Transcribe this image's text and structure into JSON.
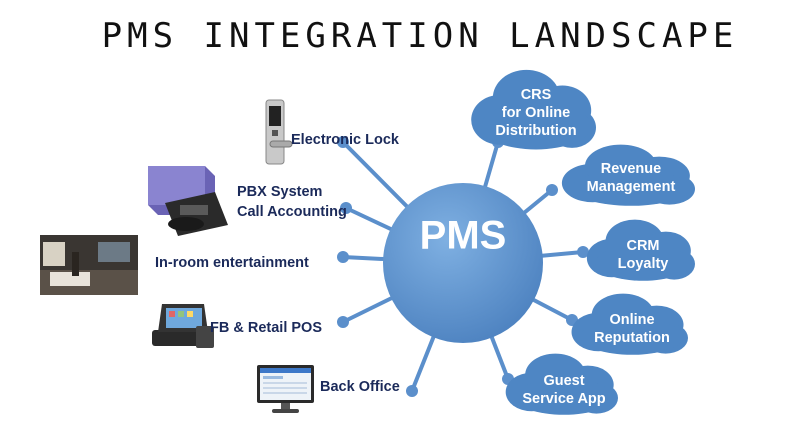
{
  "title": "PMS INTEGRATION LANDSCAPE",
  "hub": {
    "label": "PMS"
  },
  "systems_left": [
    {
      "lines": [
        "Electronic Lock"
      ],
      "icon": "door-lock-icon"
    },
    {
      "lines": [
        "PBX System",
        "Call Accounting"
      ],
      "icon": "pbx-phone-icon"
    },
    {
      "lines": [
        "In-room entertainment"
      ],
      "icon": "hotel-room-photo"
    },
    {
      "lines": [
        "FB & Retail POS"
      ],
      "icon": "pos-terminal-icon"
    },
    {
      "lines": [
        "Back Office"
      ],
      "icon": "desktop-monitor-icon"
    }
  ],
  "systems_right": [
    {
      "lines": [
        "CRS",
        "for Online",
        "Distribution"
      ]
    },
    {
      "lines": [
        "Revenue",
        "Management"
      ]
    },
    {
      "lines": [
        "CRM",
        "Loyalty"
      ]
    },
    {
      "lines": [
        "Online",
        "Reputation"
      ]
    },
    {
      "lines": [
        "Guest",
        "Service App"
      ]
    }
  ],
  "colors": {
    "hub": "#5b8fcb",
    "cloud": "#4e86c4",
    "line": "#5b8fcb",
    "label": "#1b2a5a"
  }
}
